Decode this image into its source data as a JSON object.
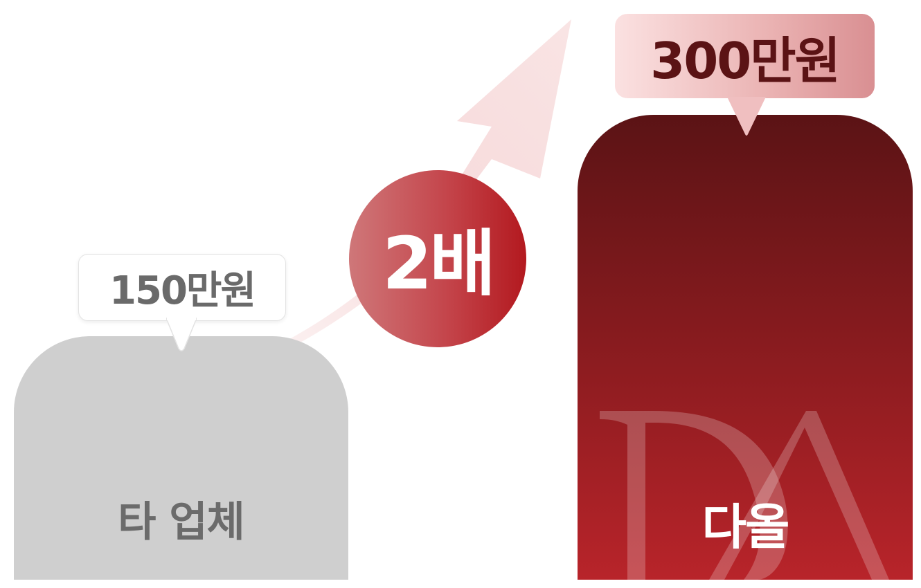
{
  "chart_data": {
    "type": "bar",
    "categories": [
      "타 업체",
      "다올"
    ],
    "values": [
      150,
      300
    ],
    "value_labels": [
      "150만원",
      "300만원"
    ],
    "multiplier_label": "2배",
    "colors": {
      "competitor_bar": "#cfcfcf",
      "brand_bar_top": "#5b1315",
      "brand_bar_bottom": "#b8242a",
      "badge": "#c4454b"
    }
  }
}
